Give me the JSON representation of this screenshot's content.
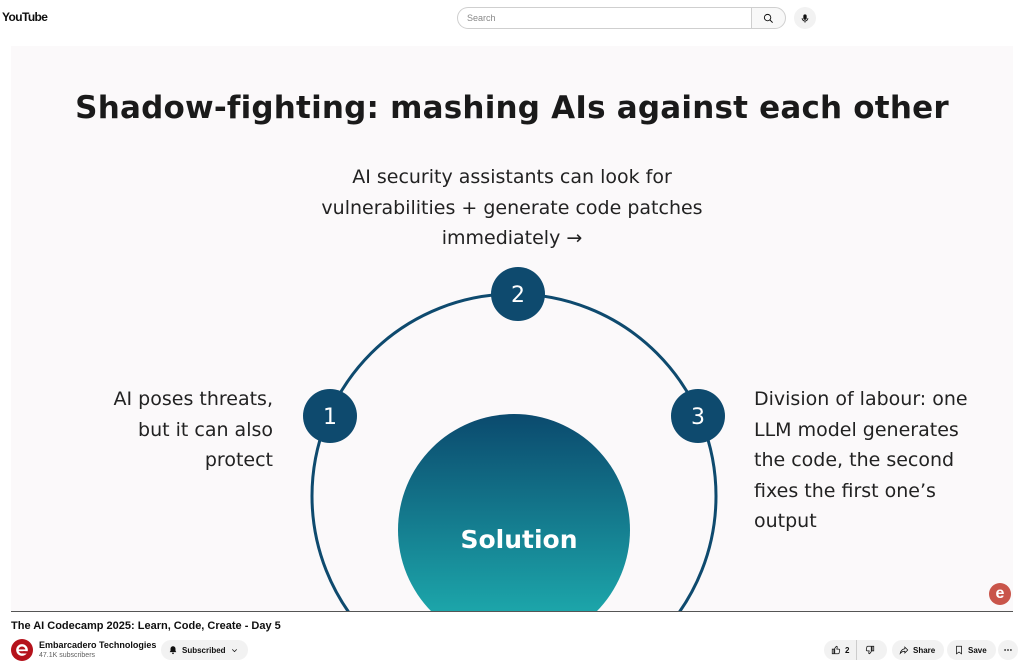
{
  "header": {
    "logo_text": "YouTube",
    "search_placeholder": "Search"
  },
  "slide": {
    "title": "Shadow-fighting: mashing AIs against each other",
    "top_lines": [
      "AI security assistants can look for",
      "vulnerabilities + generate code patches",
      "immediately →"
    ],
    "left_lines": [
      "AI poses threats,",
      "but it can also",
      "protect"
    ],
    "right_lines": [
      "Division of labour: one",
      "LLM model generates",
      "the code, the second",
      "fixes the first one’s",
      "output"
    ],
    "nodes": [
      "1",
      "2",
      "3"
    ],
    "center_label": "Solution",
    "watermark": "e",
    "colors": {
      "node": "#0e4a6e",
      "ring": "#0e4a6e",
      "gradient_top": "#0b4a6e",
      "gradient_bottom": "#1fb5b4",
      "background": "#fbf9fa"
    }
  },
  "video": {
    "title": "The AI Codecamp 2025: Learn, Code, Create - Day 5",
    "channel_name": "Embarcadero Technologies",
    "subscribers": "47.1K subscribers",
    "subscribed_label": "Subscribed",
    "like_count": "2",
    "share_label": "Share",
    "save_label": "Save"
  },
  "icons": [
    "search-icon",
    "mic-icon",
    "bell-icon",
    "chevron-down-icon",
    "thumbs-up-icon",
    "thumbs-down-icon",
    "share-icon",
    "bookmark-icon",
    "more-icon"
  ]
}
